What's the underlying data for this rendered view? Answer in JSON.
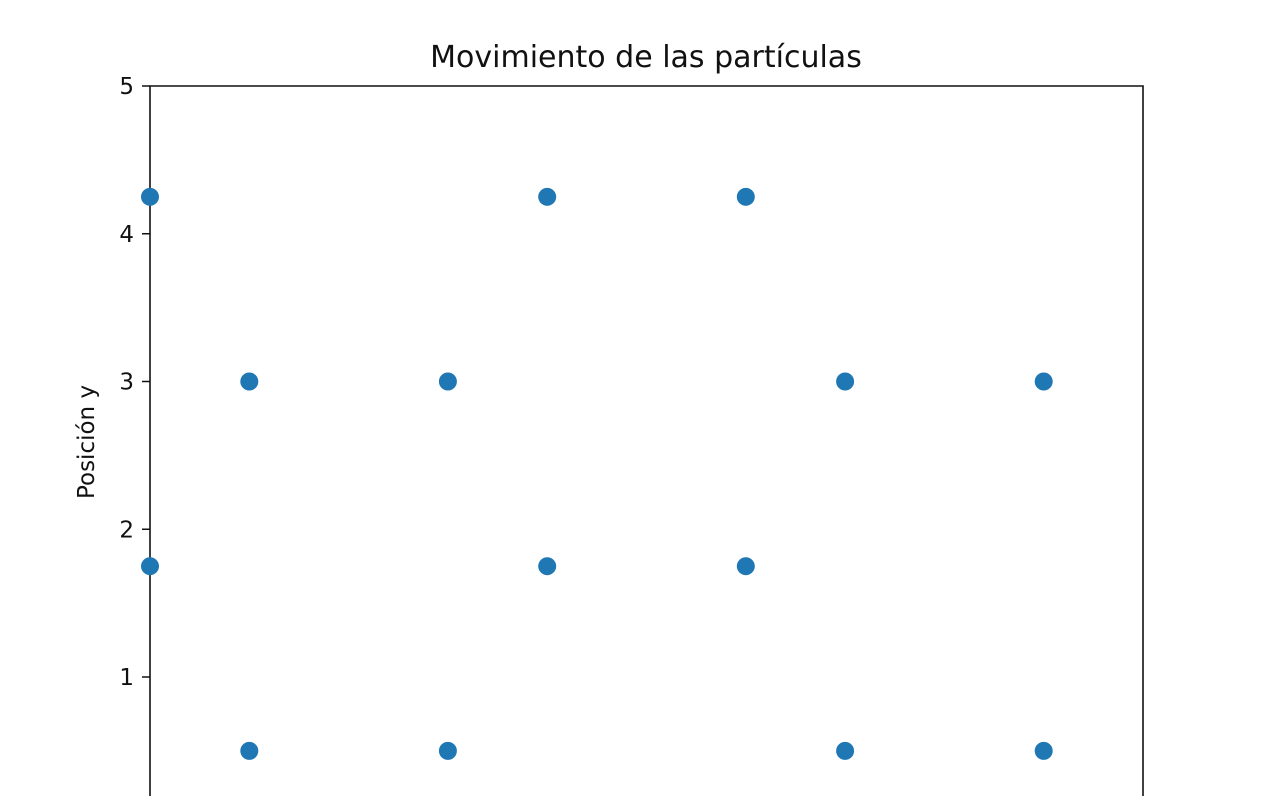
{
  "chart_data": {
    "type": "scatter",
    "title": "Movimiento de las partículas",
    "xlabel": "",
    "ylabel": "Posición y",
    "xlim": [
      0,
      5
    ],
    "ylim": [
      0.2,
      5
    ],
    "yticks": [
      1,
      2,
      3,
      4,
      5
    ],
    "grid": false,
    "marker_color": "#1f77b4",
    "points": [
      {
        "x": 0.0,
        "y": 4.25
      },
      {
        "x": 2.0,
        "y": 4.25
      },
      {
        "x": 3.0,
        "y": 4.25
      },
      {
        "x": 0.5,
        "y": 3.0
      },
      {
        "x": 1.5,
        "y": 3.0
      },
      {
        "x": 3.5,
        "y": 3.0
      },
      {
        "x": 4.5,
        "y": 3.0
      },
      {
        "x": 0.0,
        "y": 1.75
      },
      {
        "x": 2.0,
        "y": 1.75
      },
      {
        "x": 3.0,
        "y": 1.75
      },
      {
        "x": 0.5,
        "y": 0.5
      },
      {
        "x": 1.5,
        "y": 0.5
      },
      {
        "x": 3.5,
        "y": 0.5
      },
      {
        "x": 4.5,
        "y": 0.5
      }
    ]
  }
}
